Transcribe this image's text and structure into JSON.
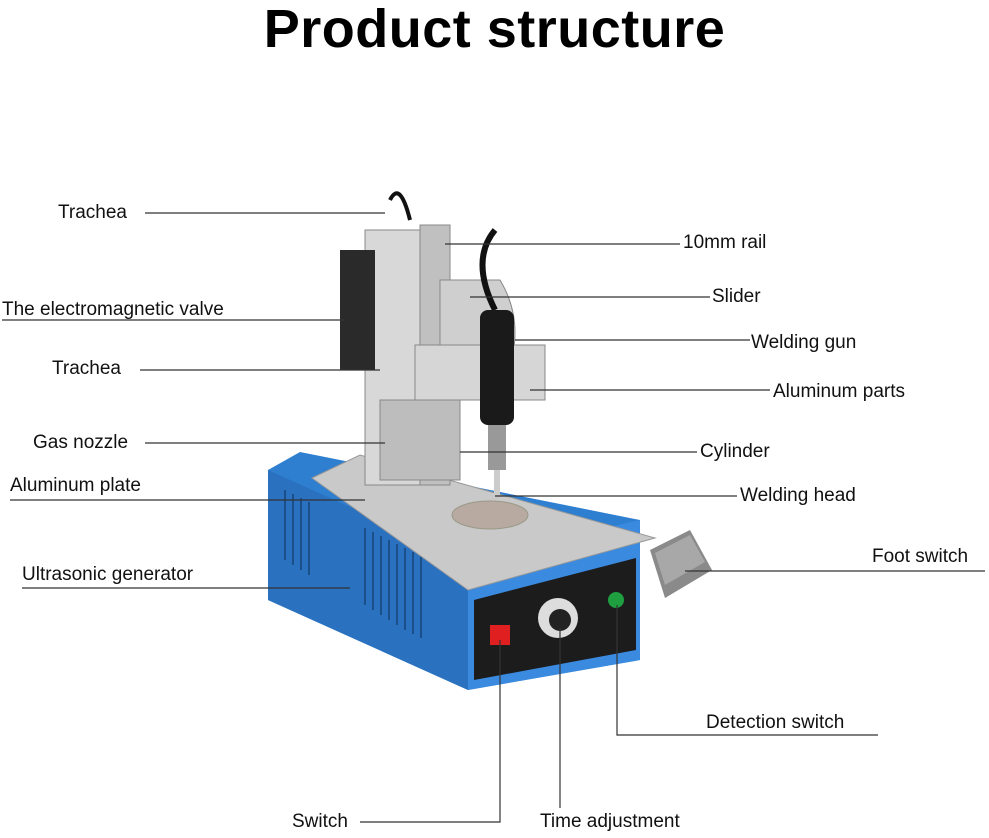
{
  "title": "Product structure",
  "labels": {
    "trachea_top": "Trachea",
    "valve": "The electromagnetic valve",
    "trachea_mid": "Trachea",
    "gas_nozzle": "Gas nozzle",
    "aluminum_plate": "Aluminum plate",
    "ultrasonic_generator": "Ultrasonic generator",
    "rail": "10mm rail",
    "slider": "Slider",
    "welding_gun": "Welding gun",
    "aluminum_parts": "Aluminum parts",
    "cylinder": "Cylinder",
    "welding_head": "Welding head",
    "foot_switch": "Foot switch",
    "detection_switch": "Detection switch",
    "switch": "Switch",
    "time_adjustment": "Time adjustment"
  },
  "colors": {
    "body_blue": "#2f7fd0",
    "plate": "#c9c9c9",
    "panel": "#1c1c1c",
    "power_button": "#e02020",
    "detect_button": "#1fa040"
  }
}
